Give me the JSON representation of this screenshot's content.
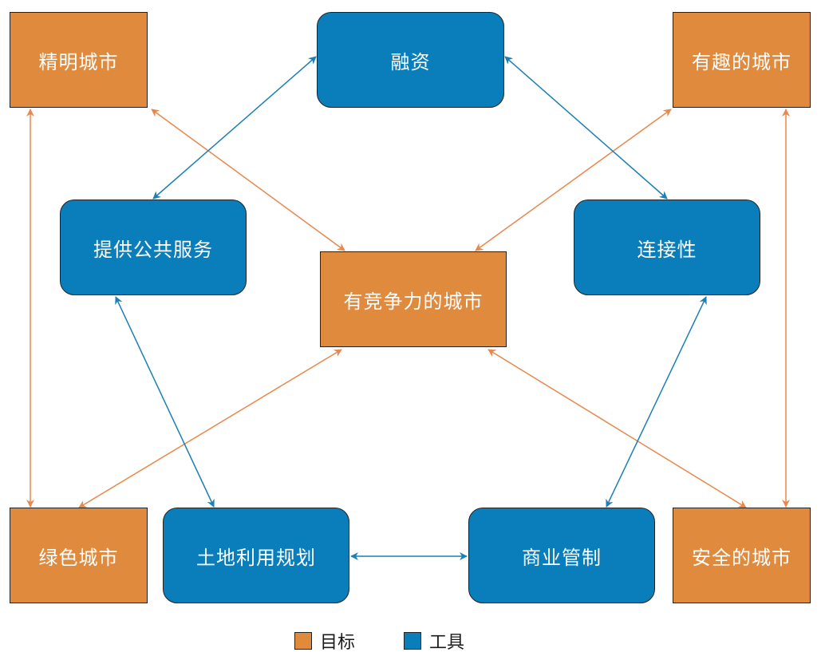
{
  "colors": {
    "goal": "#E08A3E",
    "tool": "#0A7EBB",
    "goal_line": "#E8884C",
    "tool_line": "#1C7FB5"
  },
  "nodes": {
    "smart_city": "精明城市",
    "financing": "融资",
    "fun_city": "有趣的城市",
    "public_services": "提供公共服务",
    "connectivity": "连接性",
    "competitive_city": "有竞争力的城市",
    "green_city": "绿色城市",
    "land_use_planning": "土地利用规划",
    "business_regulation": "商业管制",
    "safe_city": "安全的城市"
  },
  "legend": {
    "goal_label": "目标",
    "tool_label": "工具"
  }
}
